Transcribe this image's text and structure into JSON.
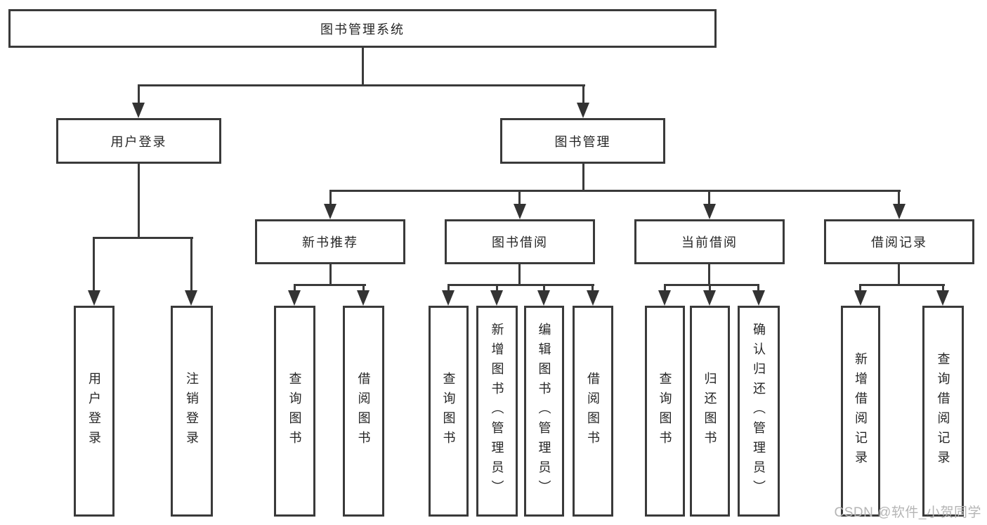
{
  "tree": {
    "label": "图书管理系统",
    "children": [
      {
        "label": "用户登录",
        "children": [
          {
            "label": "用户登录"
          },
          {
            "label": "注销登录"
          }
        ]
      },
      {
        "label": "图书管理",
        "children": [
          {
            "label": "新书推荐",
            "children": [
              {
                "label": "查询图书"
              },
              {
                "label": "借阅图书"
              }
            ]
          },
          {
            "label": "图书借阅",
            "children": [
              {
                "label": "查询图书"
              },
              {
                "label": "新增图书（管理员）"
              },
              {
                "label": "编辑图书（管理员）"
              },
              {
                "label": "借阅图书"
              }
            ]
          },
          {
            "label": "当前借阅",
            "children": [
              {
                "label": "查询图书"
              },
              {
                "label": "归还图书"
              },
              {
                "label": "确认归还（管理员）"
              }
            ]
          },
          {
            "label": "借阅记录",
            "children": [
              {
                "label": "新增借阅记录"
              },
              {
                "label": "查询借阅记录"
              }
            ]
          }
        ]
      }
    ]
  },
  "watermark": {
    "text": "CSDN @软件_小贺同学"
  },
  "colors": {
    "line": "#3a3a3a",
    "text": "#262626",
    "watermark": "#b5b5b5",
    "background": "#ffffff"
  }
}
